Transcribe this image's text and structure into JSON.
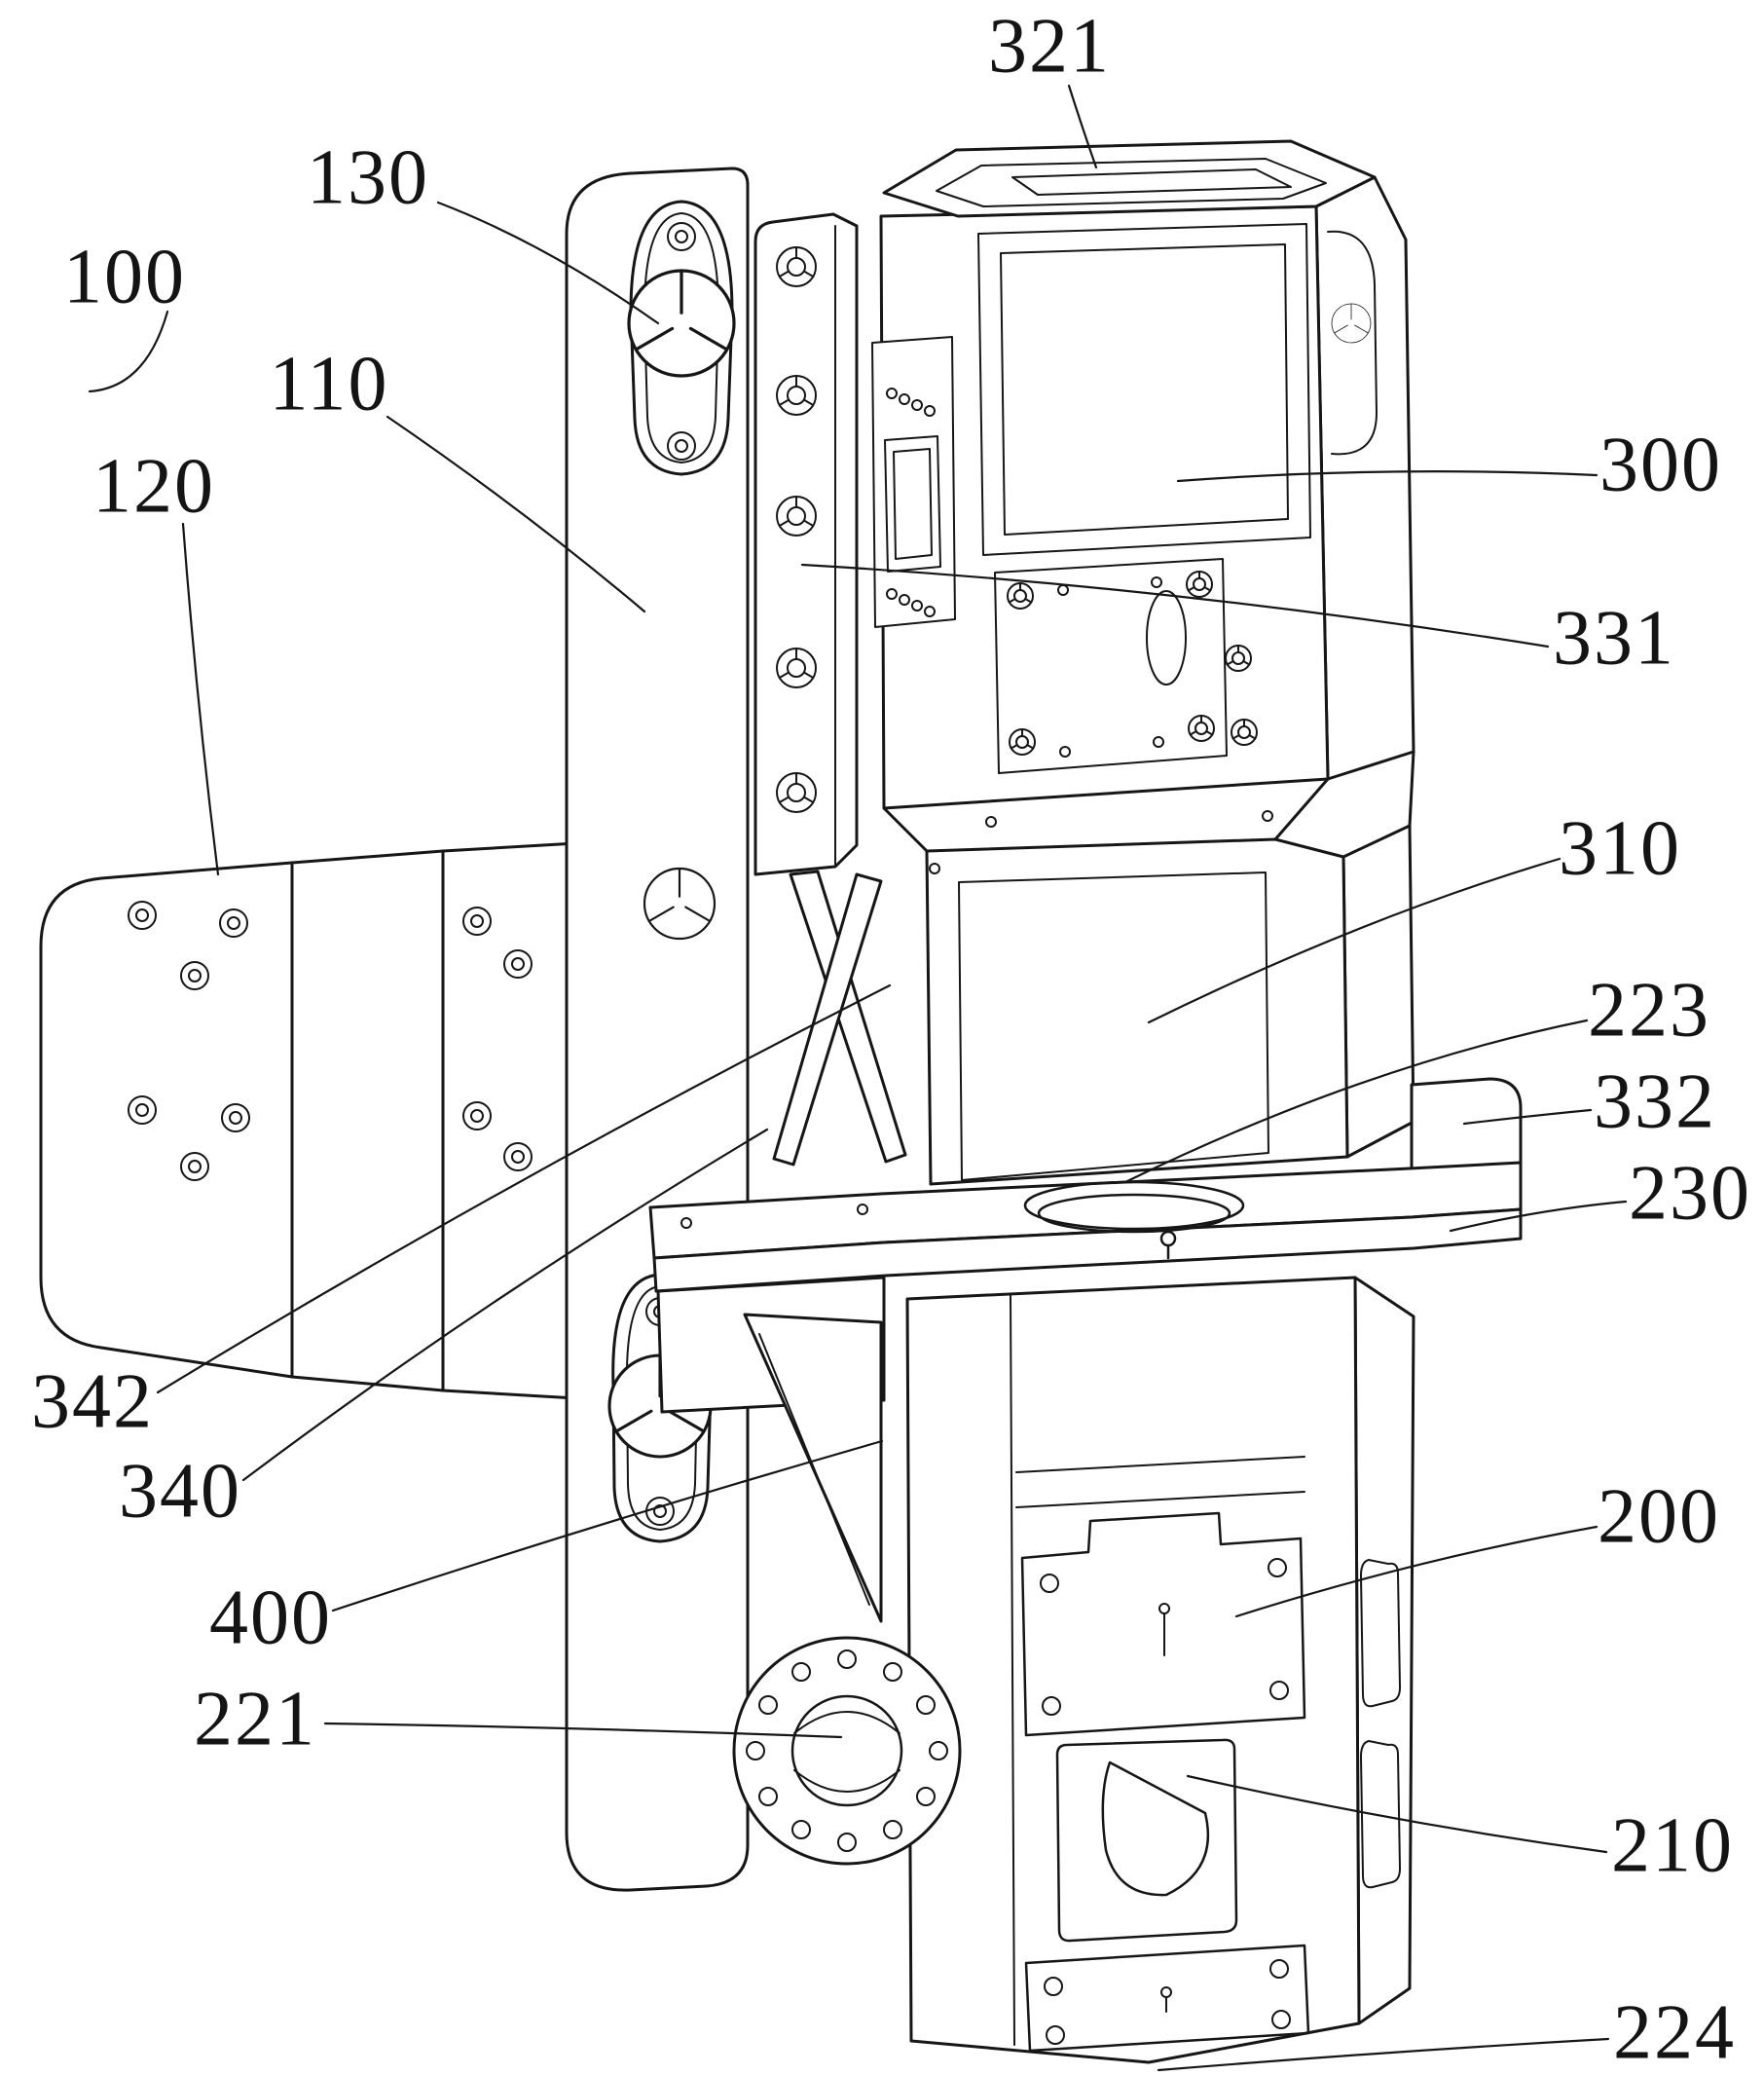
{
  "figure": {
    "background_color": "#ffffff",
    "line_color": "#161616",
    "label_color": "#141414"
  },
  "labels": [
    {
      "id": "321",
      "text": "321"
    },
    {
      "id": "130",
      "text": "130"
    },
    {
      "id": "100",
      "text": "100"
    },
    {
      "id": "110",
      "text": "110"
    },
    {
      "id": "120",
      "text": "120"
    },
    {
      "id": "300",
      "text": "300"
    },
    {
      "id": "331",
      "text": "331"
    },
    {
      "id": "310",
      "text": "310"
    },
    {
      "id": "223",
      "text": "223"
    },
    {
      "id": "332",
      "text": "332"
    },
    {
      "id": "230",
      "text": "230"
    },
    {
      "id": "342",
      "text": "342"
    },
    {
      "id": "340",
      "text": "340"
    },
    {
      "id": "400",
      "text": "400"
    },
    {
      "id": "221",
      "text": "221"
    },
    {
      "id": "200",
      "text": "200"
    },
    {
      "id": "210",
      "text": "210"
    },
    {
      "id": "224",
      "text": "224"
    }
  ]
}
